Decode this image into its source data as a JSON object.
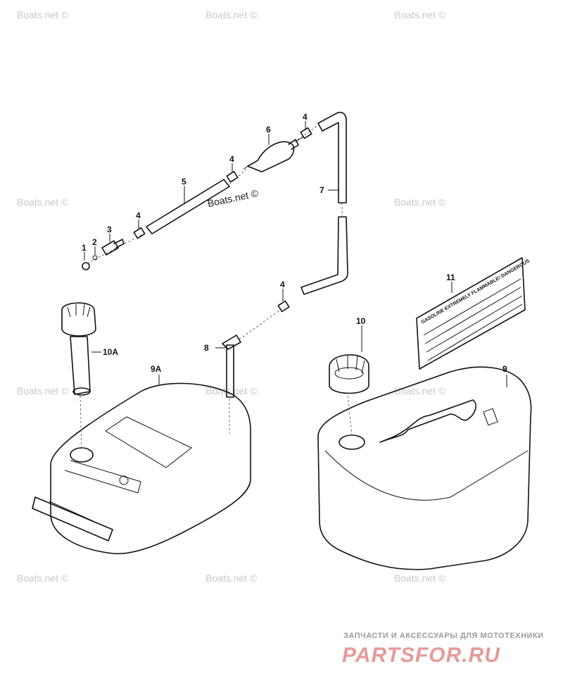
{
  "callouts": [
    "1",
    "2",
    "3",
    "4",
    "5",
    "6",
    "4",
    "7",
    "4",
    "8",
    "10A",
    "9A",
    "10",
    "9",
    "11"
  ],
  "watermark": "Boats.net ©",
  "warning_label": {
    "line1": "GASOLINE EXTREMELY FLAMMABLE! DANGEROUS",
    "lines": [
      "",
      "",
      "",
      ""
    ]
  },
  "brand": {
    "tagline": "ЗАПЧАСТИ И АКСЕССУАРЫ ДЛЯ МОТОТЕХНИКИ",
    "name": "PARTSFOR.RU"
  }
}
